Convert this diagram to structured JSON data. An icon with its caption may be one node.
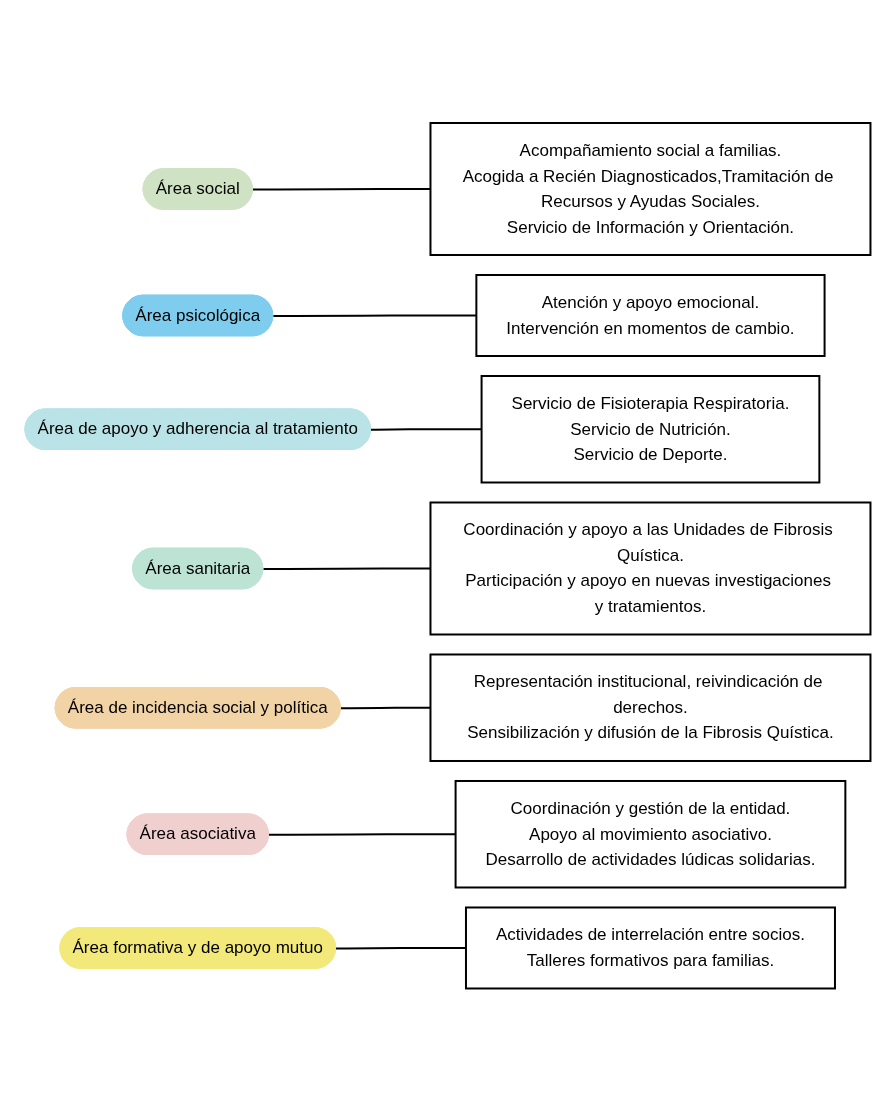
{
  "diagram": {
    "nodes": [
      {
        "text": [
          "Área social"
        ]
      },
      {
        "text": [
          "Acompañamiento social a familias.",
          "Acogida a Recién Diagnosticados,Tramitación de Recursos y Ayudas Sociales.",
          "Servicio de Información y Orientación."
        ]
      },
      {
        "text": [
          "Área psicológica"
        ]
      },
      {
        "text": [
          "Atención y apoyo emocional.",
          "Intervención en momentos de cambio."
        ]
      },
      {
        "text": [
          "Área de apoyo y adherencia al tratamiento"
        ]
      },
      {
        "text": [
          "Servicio de Fisioterapia Respiratoria.",
          "Servicio de Nutrición.",
          "Servicio de Deporte."
        ]
      },
      {
        "text": [
          "Área sanitaria"
        ]
      },
      {
        "text": [
          "Coordinación y apoyo a las Unidades de Fibrosis Quística.",
          "Participación y apoyo en nuevas investigaciones y tratamientos."
        ]
      },
      {
        "text": [
          "Área de incidencia social y política"
        ]
      },
      {
        "text": [
          "Representación institucional, reivindicación de derechos.",
          "Sensibilización y difusión de la Fibrosis Quística."
        ]
      },
      {
        "text": [
          "Área asociativa"
        ]
      },
      {
        "text": [
          "Coordinación y gestión de la entidad.",
          "Apoyo al movimiento asociativo.",
          "Desarrollo de actividades lúdicas solidarias."
        ]
      },
      {
        "text": [
          "Área formativa y de apoyo mutuo"
        ]
      },
      {
        "text": [
          "Actividades de interrelación entre socios.",
          "Talleres formativos para familias."
        ]
      }
    ],
    "edges": [
      {
        "from": 0,
        "to": 1,
        "arrow": "none"
      },
      {
        "from": 2,
        "to": 3,
        "arrow": "none"
      },
      {
        "from": 4,
        "to": 5,
        "arrow": "none"
      },
      {
        "from": 6,
        "to": 7,
        "arrow": "none"
      },
      {
        "from": 8,
        "to": 9,
        "arrow": "none"
      },
      {
        "from": 10,
        "to": 11,
        "arrow": "none"
      },
      {
        "from": 12,
        "to": 13,
        "arrow": "none"
      }
    ]
  }
}
